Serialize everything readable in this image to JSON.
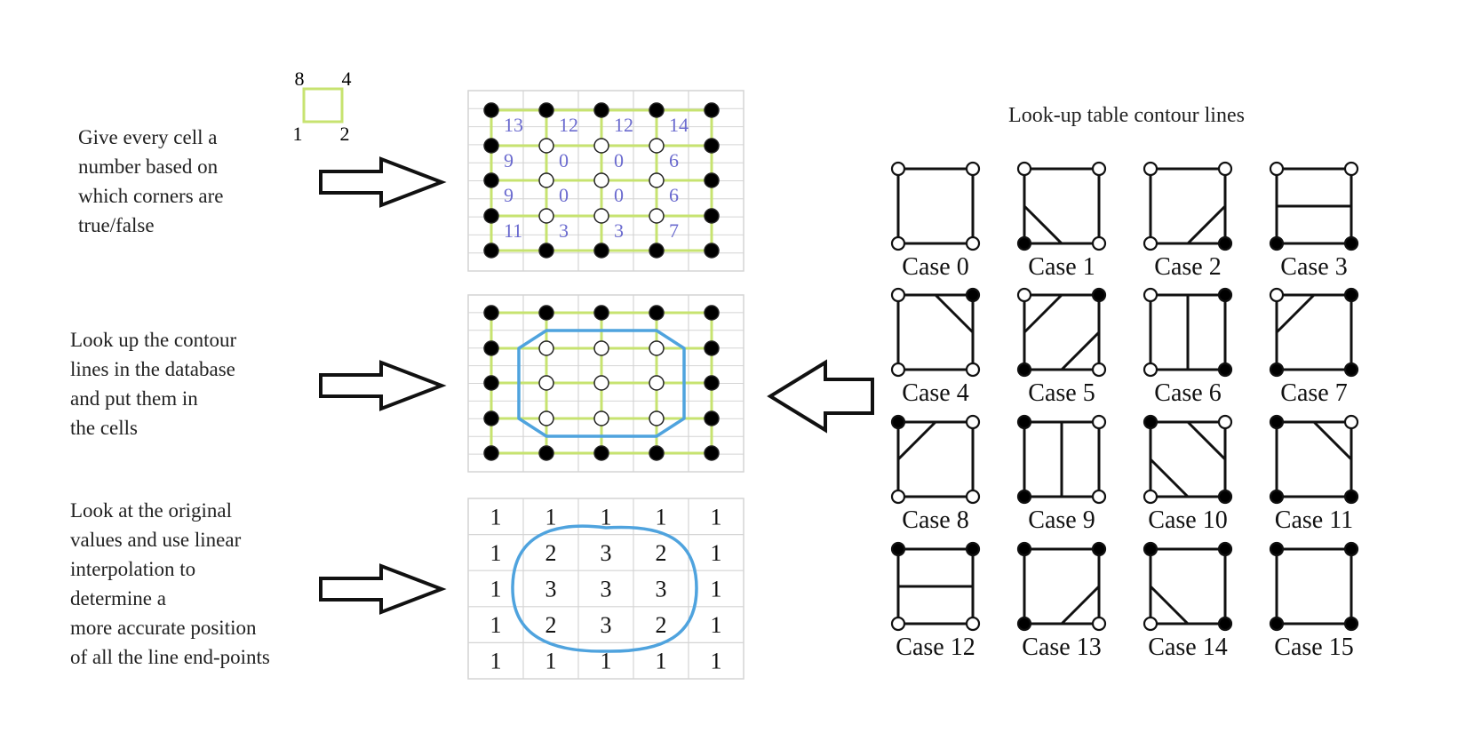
{
  "steps": [
    {
      "lines": [
        "Give every cell a",
        "number based on",
        "which corners are",
        "true/false"
      ]
    },
    {
      "lines": [
        "Look up the contour",
        "lines in the database",
        "and put them in",
        "the cells"
      ]
    },
    {
      "lines": [
        "Look at the original",
        "values and use linear",
        "interpolation to",
        "determine a",
        "more accurate position",
        "of all the line end-points"
      ]
    }
  ],
  "legend_square": {
    "top_left": "8",
    "top_right": "4",
    "bottom_left": "1",
    "bottom_right": "2"
  },
  "grid1_numbers": [
    [
      "13",
      "12",
      "12",
      "14"
    ],
    [
      "9",
      "0",
      "0",
      "6"
    ],
    [
      "9",
      "0",
      "0",
      "6"
    ],
    [
      "11",
      "3",
      "3",
      "7"
    ]
  ],
  "grid3_values": [
    [
      "1",
      "1",
      "1",
      "1",
      "1"
    ],
    [
      "1",
      "2",
      "3",
      "2",
      "1"
    ],
    [
      "1",
      "3",
      "3",
      "3",
      "1"
    ],
    [
      "1",
      "2",
      "3",
      "2",
      "1"
    ],
    [
      "1",
      "1",
      "1",
      "1",
      "1"
    ]
  ],
  "lookup_title": "Look-up table contour lines",
  "cases": [
    "Case 0",
    "Case 1",
    "Case 2",
    "Case 3",
    "Case 4",
    "Case 5",
    "Case 6",
    "Case 7",
    "Case 8",
    "Case 9",
    "Case 10",
    "Case 11",
    "Case 12",
    "Case 13",
    "Case 14",
    "Case 15"
  ],
  "colors": {
    "corner_fill": "#000000",
    "grid_line": "#c7e370",
    "fine_grid": "#d4d4d4",
    "cell_number": "#6b6bcf",
    "contour": "#4fa3de",
    "stroke": "#111111"
  }
}
